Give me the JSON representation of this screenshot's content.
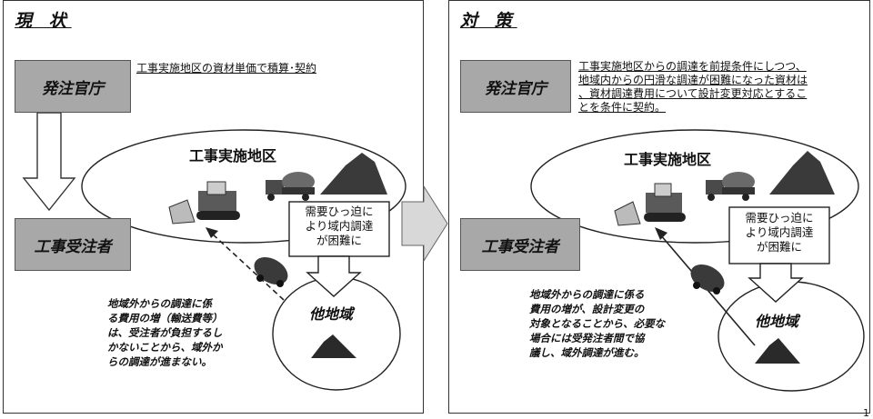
{
  "left": {
    "heading": "現 状",
    "owner": "発注官庁",
    "contractor": "工事受注者",
    "note": [
      "工事実施地区の資材単価で積算･契約"
    ],
    "region": "工事実施地区",
    "other_region": "他地域",
    "callout": [
      "需要ひっ迫に",
      "より域内調達",
      "が困難に"
    ],
    "description": [
      "地域外からの調達に係",
      "る費用の増（輸送費等）",
      "は、受注者が負担するし",
      "かないことから、域外か",
      "らの調達が進まない。"
    ]
  },
  "right": {
    "heading": "対 策",
    "owner": "発注官庁",
    "contractor": "工事受注者",
    "note": [
      "工事実施地区からの調達を前提条件にしつつ、",
      "地域内からの円滑な調達が困難になった資材は",
      "、資材調達費用について設計変更対応とするこ",
      "とを条件に契約。"
    ],
    "region": "工事実施地区",
    "other_region": "他地域",
    "callout": [
      "需要ひっ迫に",
      "より域内調達",
      "が困難に"
    ],
    "description": [
      "地域外からの調達に係る",
      "費用の増が、設計変更の",
      "対象となることから、必要な",
      "場合には受発注者間で協",
      "議し、域外調達が進む。"
    ]
  },
  "page_number": "1"
}
